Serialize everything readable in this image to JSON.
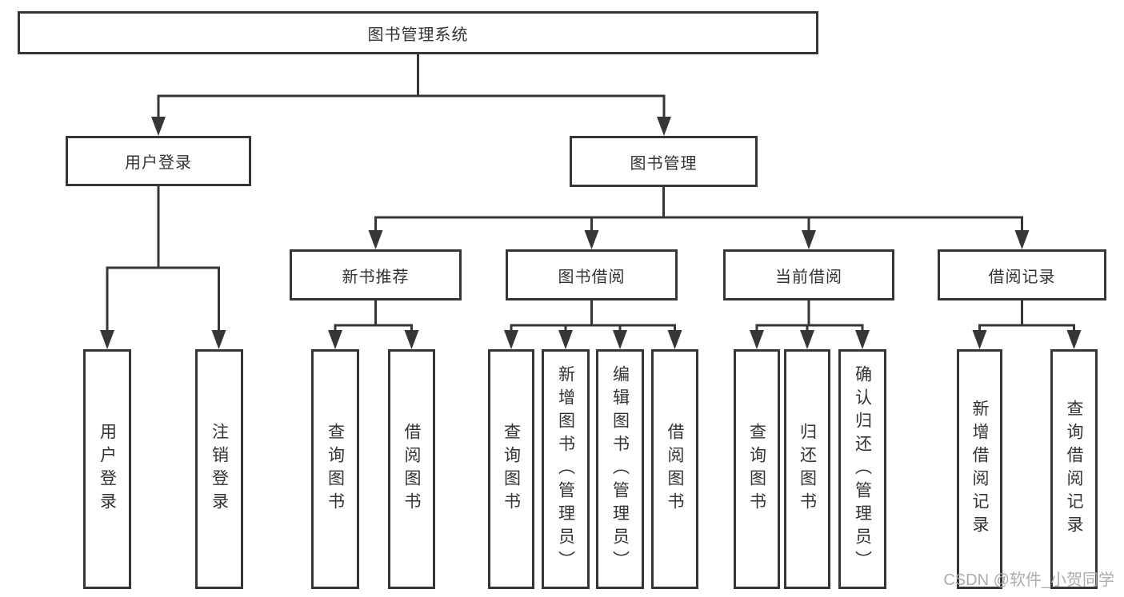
{
  "title": {
    "label": "图书管理系统"
  },
  "level2": [
    {
      "label": "用户登录"
    },
    {
      "label": "图书管理"
    }
  ],
  "level3": [
    {
      "label": "新书推荐"
    },
    {
      "label": "图书借阅"
    },
    {
      "label": "当前借阅"
    },
    {
      "label": "借阅记录"
    }
  ],
  "leaves": {
    "user_login": [
      {
        "label": "用户登录"
      },
      {
        "label": "注销登录"
      }
    ],
    "new_book": [
      {
        "label": "查询图书"
      },
      {
        "label": "借阅图书"
      }
    ],
    "book_borrow": [
      {
        "label": "查询图书"
      },
      {
        "label": "新增图书（管理员）"
      },
      {
        "label": "编辑图书（管理员）"
      },
      {
        "label": "借阅图书"
      }
    ],
    "current_borrow": [
      {
        "label": "查询图书"
      },
      {
        "label": "归还图书"
      },
      {
        "label": "确认归还（管理员）"
      }
    ],
    "records": [
      {
        "label": "新增借阅记录"
      },
      {
        "label": "查询借阅记录"
      }
    ]
  },
  "watermark": {
    "text": "CSDN @软件_小贺同学"
  },
  "colors": {
    "line": "#363636",
    "text": "#333333",
    "watermark": "#a8a8a8",
    "background": "#ffffff"
  }
}
